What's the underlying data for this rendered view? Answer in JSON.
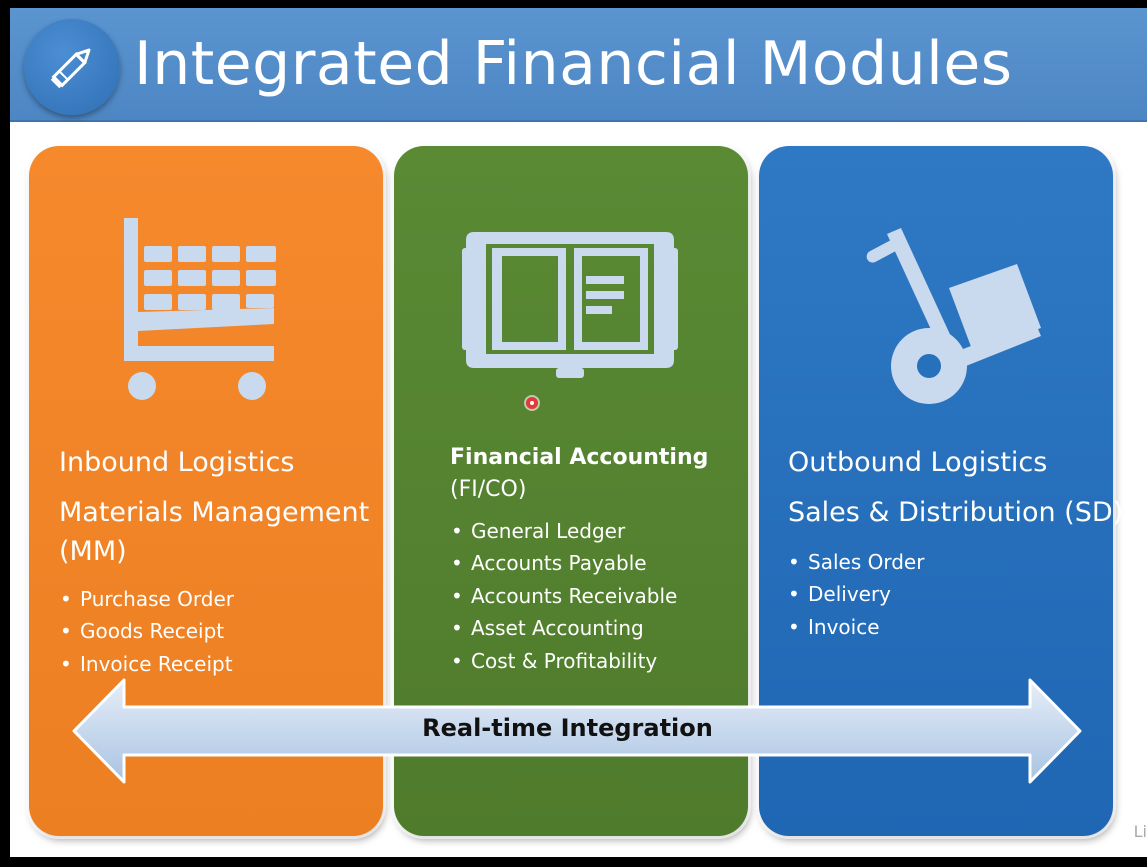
{
  "slide": {
    "title": "Integrated Financial Modules",
    "title_icon": "pencil-icon"
  },
  "panels": [
    {
      "color": "#f08526",
      "icon": "shopping-cart-icon",
      "heading": "Inbound Logistics",
      "subheading_line1": "Materials Management",
      "subheading_line2": "(MM)",
      "items": [
        "Purchase Order",
        "Goods Receipt",
        "Invoice Receipt"
      ]
    },
    {
      "color": "#55832f",
      "icon": "tablet-book-icon",
      "heading": "Financial Accounting",
      "subheading_line1": "(FI/CO)",
      "items": [
        "General Ledger",
        "Accounts Payable",
        "Accounts Receivable",
        "Asset Accounting",
        "Cost & Profitability"
      ]
    },
    {
      "color": "#2670bc",
      "icon": "hand-truck-icon",
      "heading": "Outbound Logistics",
      "subheading_line1": "Sales & Distribution (SD)",
      "items": [
        "Sales Order",
        "Delivery",
        "Invoice"
      ]
    }
  ],
  "arrow": {
    "label": "Real-time Integration"
  },
  "watermark": "Li"
}
